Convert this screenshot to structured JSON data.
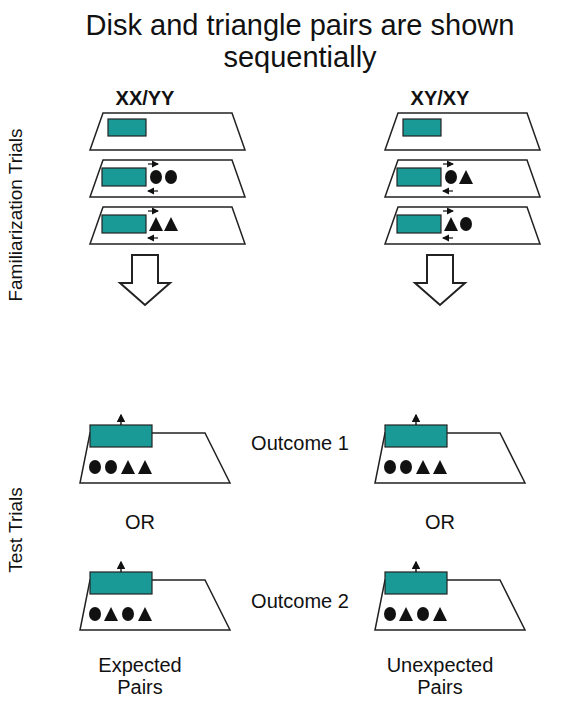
{
  "diagram": {
    "title": "Disk and triangle pairs are shown sequentially",
    "labels": [
      "Familiarization Trials",
      "XX/YY",
      "XY/XY",
      "Test Trials",
      "Outcome 1",
      "OR",
      "OR",
      "Outcome 2",
      "Expected Pairs",
      "Unexpected Pairs"
    ]
  }
}
